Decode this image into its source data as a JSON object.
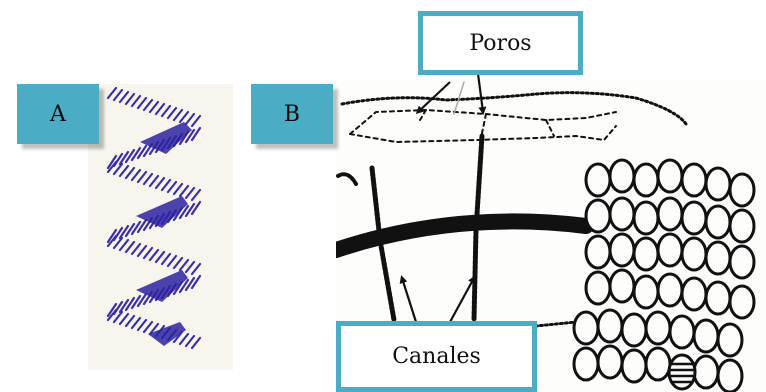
{
  "labels": {
    "panel_a": "A",
    "panel_b": "B",
    "poros": "Poros",
    "canales": "Canales"
  },
  "colors": {
    "tag_fill": "#4bacc6",
    "callout_border": "#4bacc6",
    "helix_ink": "#3a2fa8",
    "drawing_ink": "#111111"
  }
}
